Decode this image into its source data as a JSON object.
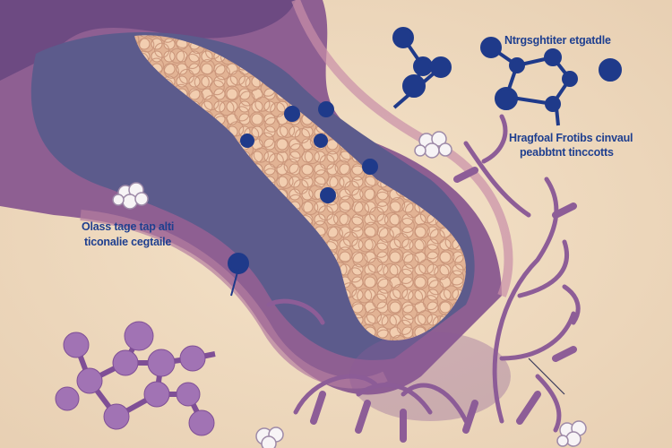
{
  "labels": {
    "top_right": "Ntrgsghtiter etgatdle",
    "right_line1": "Hragfoal Frotibs cinvaul",
    "right_line2": "peabbtnt tinccotts",
    "left_line1": "Olass tage tap alti",
    "left_line2": "ticonalie cegtaile"
  },
  "colors": {
    "background": "#efd9bd",
    "tube_outer": "#8e5f92",
    "tube_inner": "#5c5b8c",
    "mass": "#ecc4a4",
    "coral": "#8d5d97",
    "molecule_blue": "#1f3a8a",
    "molecule_purple": "#a173b4"
  }
}
